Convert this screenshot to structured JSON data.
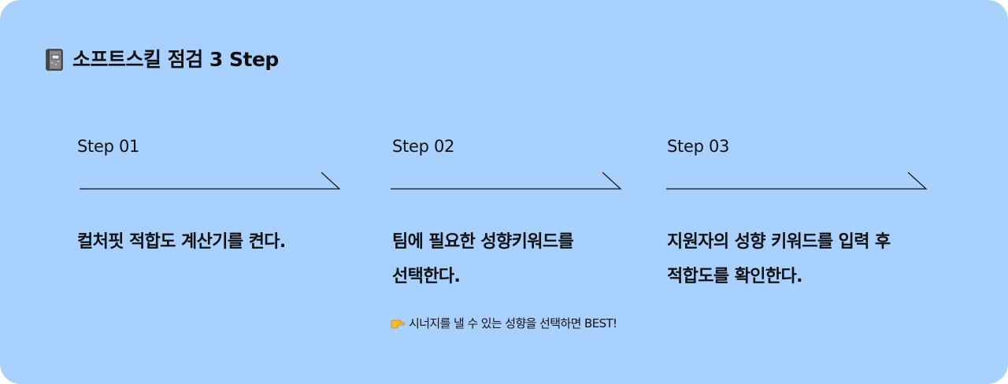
{
  "header": {
    "icon": "notebook-icon",
    "title": "소프트스킬 점검 3 Step"
  },
  "steps": [
    {
      "label": "Step 01",
      "description_lines": [
        "컬처핏 적합도 계산기를 켠다."
      ]
    },
    {
      "label": "Step 02",
      "description_lines": [
        "팀에 필요한 성향키워드를",
        "선택한다."
      ]
    },
    {
      "label": "Step 03",
      "description_lines": [
        "지원자의 성향 키워드를 입력 후",
        "적합도를 확인한다."
      ]
    }
  ],
  "tip": {
    "icon": "pointing-hand-icon",
    "text": "시너지를 낼 수 있는 성향을 선택하면 BEST!"
  },
  "colors": {
    "background": "#a9d1ff",
    "text": "#111111"
  }
}
